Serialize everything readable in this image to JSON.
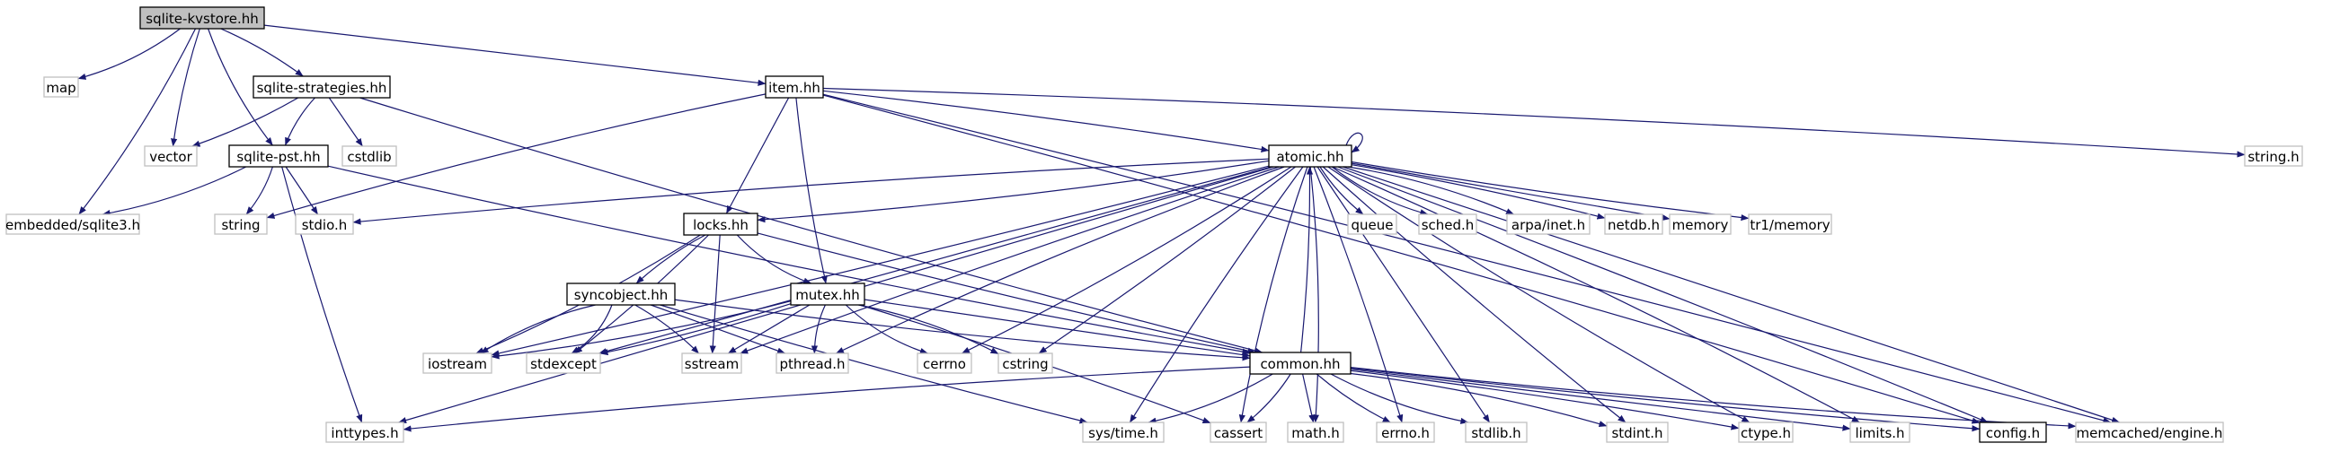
{
  "diagram": {
    "nodes": [
      {
        "id": "sqlite-kvstore",
        "label": "sqlite-kvstore.hh",
        "kind": "root"
      },
      {
        "id": "map",
        "label": "map",
        "kind": "system"
      },
      {
        "id": "sqlite-strategies",
        "label": "sqlite-strategies.hh",
        "kind": "project"
      },
      {
        "id": "item",
        "label": "item.hh",
        "kind": "project"
      },
      {
        "id": "string-h",
        "label": "string.h",
        "kind": "system"
      },
      {
        "id": "vector",
        "label": "vector",
        "kind": "system"
      },
      {
        "id": "cstdlib",
        "label": "cstdlib",
        "kind": "system"
      },
      {
        "id": "sqlite-pst",
        "label": "sqlite-pst.hh",
        "kind": "project"
      },
      {
        "id": "atomic",
        "label": "atomic.hh",
        "kind": "project"
      },
      {
        "id": "embedded-sqlite3",
        "label": "embedded/sqlite3.h",
        "kind": "system"
      },
      {
        "id": "string",
        "label": "string",
        "kind": "system"
      },
      {
        "id": "stdio",
        "label": "stdio.h",
        "kind": "system"
      },
      {
        "id": "locks",
        "label": "locks.hh",
        "kind": "project"
      },
      {
        "id": "queue",
        "label": "queue",
        "kind": "system"
      },
      {
        "id": "sched",
        "label": "sched.h",
        "kind": "system"
      },
      {
        "id": "arpa-inet",
        "label": "arpa/inet.h",
        "kind": "system"
      },
      {
        "id": "netdb",
        "label": "netdb.h",
        "kind": "system"
      },
      {
        "id": "memory",
        "label": "memory",
        "kind": "system"
      },
      {
        "id": "tr1-memory",
        "label": "tr1/memory",
        "kind": "system"
      },
      {
        "id": "syncobject",
        "label": "syncobject.hh",
        "kind": "project"
      },
      {
        "id": "mutex",
        "label": "mutex.hh",
        "kind": "project"
      },
      {
        "id": "iostream",
        "label": "iostream",
        "kind": "system"
      },
      {
        "id": "stdexcept",
        "label": "stdexcept",
        "kind": "system"
      },
      {
        "id": "sstream",
        "label": "sstream",
        "kind": "system"
      },
      {
        "id": "pthread",
        "label": "pthread.h",
        "kind": "system"
      },
      {
        "id": "cerrno",
        "label": "cerrno",
        "kind": "system"
      },
      {
        "id": "cstring",
        "label": "cstring",
        "kind": "system"
      },
      {
        "id": "common",
        "label": "common.hh",
        "kind": "project"
      },
      {
        "id": "inttypes",
        "label": "inttypes.h",
        "kind": "system"
      },
      {
        "id": "sys-time",
        "label": "sys/time.h",
        "kind": "system"
      },
      {
        "id": "cassert",
        "label": "cassert",
        "kind": "system"
      },
      {
        "id": "math",
        "label": "math.h",
        "kind": "system"
      },
      {
        "id": "errno",
        "label": "errno.h",
        "kind": "system"
      },
      {
        "id": "stdlib",
        "label": "stdlib.h",
        "kind": "system"
      },
      {
        "id": "stdint",
        "label": "stdint.h",
        "kind": "system"
      },
      {
        "id": "ctype",
        "label": "ctype.h",
        "kind": "system"
      },
      {
        "id": "limits",
        "label": "limits.h",
        "kind": "system"
      },
      {
        "id": "config",
        "label": "config.h",
        "kind": "project"
      },
      {
        "id": "memcached-engine",
        "label": "memcached/engine.h",
        "kind": "system"
      }
    ],
    "edges": [
      [
        "sqlite-kvstore",
        "map"
      ],
      [
        "sqlite-kvstore",
        "sqlite-strategies"
      ],
      [
        "sqlite-kvstore",
        "item"
      ],
      [
        "sqlite-kvstore",
        "vector"
      ],
      [
        "sqlite-kvstore",
        "sqlite-pst"
      ],
      [
        "sqlite-kvstore",
        "embedded-sqlite3"
      ],
      [
        "sqlite-strategies",
        "vector"
      ],
      [
        "sqlite-strategies",
        "cstdlib"
      ],
      [
        "sqlite-strategies",
        "sqlite-pst"
      ],
      [
        "sqlite-strategies",
        "common"
      ],
      [
        "sqlite-pst",
        "embedded-sqlite3"
      ],
      [
        "sqlite-pst",
        "string"
      ],
      [
        "sqlite-pst",
        "stdio"
      ],
      [
        "sqlite-pst",
        "inttypes"
      ],
      [
        "sqlite-pst",
        "common"
      ],
      [
        "item",
        "string-h"
      ],
      [
        "item",
        "atomic"
      ],
      [
        "item",
        "locks"
      ],
      [
        "item",
        "mutex"
      ],
      [
        "item",
        "string"
      ],
      [
        "item",
        "config"
      ],
      [
        "item",
        "memcached-engine"
      ],
      [
        "atomic",
        "atomic"
      ],
      [
        "atomic",
        "queue"
      ],
      [
        "atomic",
        "sched"
      ],
      [
        "atomic",
        "arpa-inet"
      ],
      [
        "atomic",
        "netdb"
      ],
      [
        "atomic",
        "memory"
      ],
      [
        "atomic",
        "tr1-memory"
      ],
      [
        "atomic",
        "stdio"
      ],
      [
        "atomic",
        "locks"
      ],
      [
        "atomic",
        "iostream"
      ],
      [
        "atomic",
        "stdexcept"
      ],
      [
        "atomic",
        "sstream"
      ],
      [
        "atomic",
        "pthread"
      ],
      [
        "atomic",
        "cerrno"
      ],
      [
        "atomic",
        "cstring"
      ],
      [
        "atomic",
        "inttypes"
      ],
      [
        "atomic",
        "sys-time"
      ],
      [
        "atomic",
        "cassert"
      ],
      [
        "atomic",
        "math"
      ],
      [
        "atomic",
        "errno"
      ],
      [
        "atomic",
        "stdlib"
      ],
      [
        "atomic",
        "stdint"
      ],
      [
        "atomic",
        "ctype"
      ],
      [
        "atomic",
        "limits"
      ],
      [
        "atomic",
        "config"
      ],
      [
        "atomic",
        "memcached-engine"
      ],
      [
        "locks",
        "syncobject"
      ],
      [
        "locks",
        "mutex"
      ],
      [
        "locks",
        "iostream"
      ],
      [
        "locks",
        "stdexcept"
      ],
      [
        "locks",
        "sstream"
      ],
      [
        "locks",
        "common"
      ],
      [
        "syncobject",
        "iostream"
      ],
      [
        "syncobject",
        "stdexcept"
      ],
      [
        "syncobject",
        "sstream"
      ],
      [
        "syncobject",
        "pthread"
      ],
      [
        "syncobject",
        "sys-time"
      ],
      [
        "syncobject",
        "common"
      ],
      [
        "mutex",
        "iostream"
      ],
      [
        "mutex",
        "stdexcept"
      ],
      [
        "mutex",
        "sstream"
      ],
      [
        "mutex",
        "pthread"
      ],
      [
        "mutex",
        "cerrno"
      ],
      [
        "mutex",
        "cstring"
      ],
      [
        "mutex",
        "cassert"
      ],
      [
        "mutex",
        "common"
      ],
      [
        "common",
        "atomic"
      ],
      [
        "common",
        "inttypes"
      ],
      [
        "common",
        "sys-time"
      ],
      [
        "common",
        "cassert"
      ],
      [
        "common",
        "math"
      ],
      [
        "common",
        "errno"
      ],
      [
        "common",
        "stdlib"
      ],
      [
        "common",
        "stdint"
      ],
      [
        "common",
        "ctype"
      ],
      [
        "common",
        "limits"
      ],
      [
        "common",
        "config"
      ],
      [
        "common",
        "memcached-engine"
      ]
    ]
  }
}
